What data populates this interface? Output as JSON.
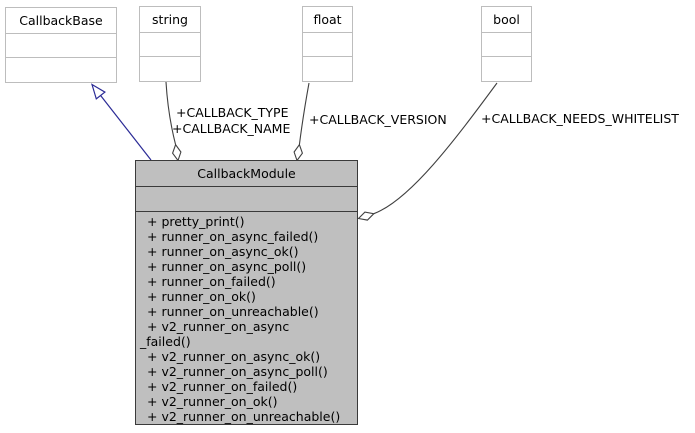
{
  "diagram_type": "uml-collaboration-graph",
  "colors": {
    "background": "#ffffff",
    "module_fill": "#bfbfbf",
    "module_border": "#3a3a3a",
    "type_box_border": "#bdbdbd",
    "usage_edge": "#404040",
    "inheritance_edge": "#2b2b96",
    "text": "#000000"
  },
  "classes": {
    "callback_base": {
      "title": "CallbackBase"
    },
    "string_type": {
      "title": "string"
    },
    "float_type": {
      "title": "float"
    },
    "bool_type": {
      "title": "bool"
    },
    "callback_module": {
      "title": "CallbackModule",
      "method_lines": [
        "+ pretty_print()",
        "+ runner_on_async_failed()",
        "+ runner_on_async_ok()",
        "+ runner_on_async_poll()",
        "+ runner_on_failed()",
        "+ runner_on_ok()",
        "+ runner_on_unreachable()",
        "+ v2_runner_on_async",
        "_failed()",
        "+ v2_runner_on_async_ok()",
        "+ v2_runner_on_async_poll()",
        "+ v2_runner_on_failed()",
        "+ v2_runner_on_ok()",
        "+ v2_runner_on_unreachable()"
      ]
    }
  },
  "edge_labels": {
    "callback_type": "+CALLBACK_TYPE",
    "callback_name": "+CALLBACK_NAME",
    "callback_version": "+CALLBACK_VERSION",
    "callback_needs_whitelist": "+CALLBACK_NEEDS_WHITELIST"
  }
}
